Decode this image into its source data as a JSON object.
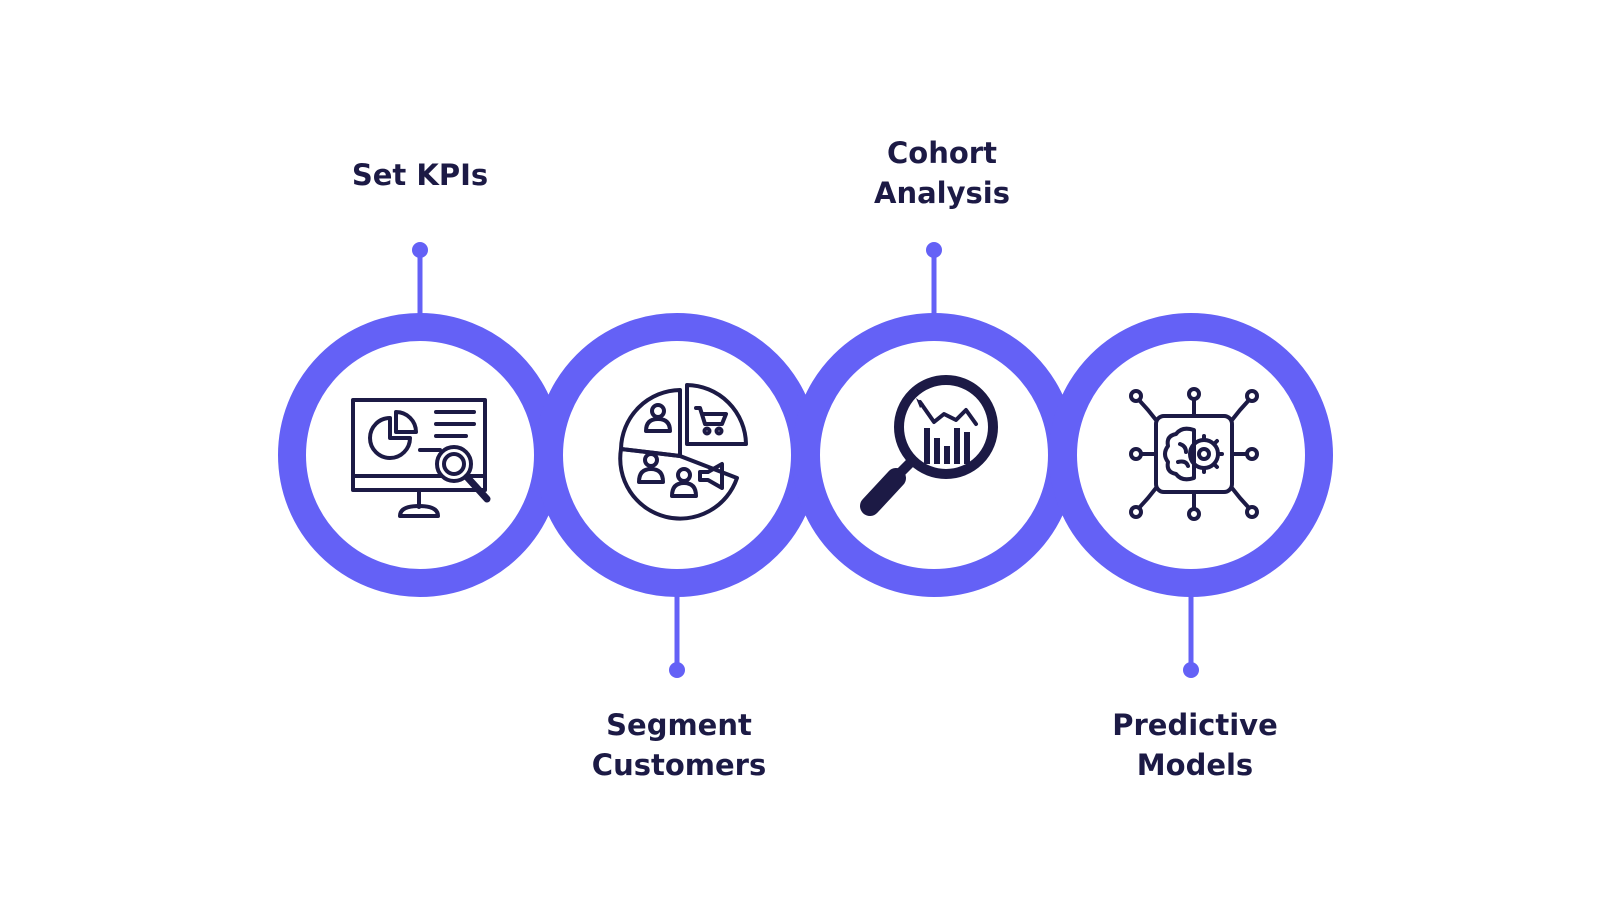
{
  "colors": {
    "accent": "#6461f6",
    "ink": "#1c1a45",
    "fill": "#ffffff"
  },
  "steps": [
    {
      "label": "Set KPIs",
      "icon": "monitor-dashboard-magnifier-icon",
      "label_position": "top"
    },
    {
      "label": "Segment\nCustomers",
      "icon": "customer-segments-pie-icon",
      "label_position": "bottom"
    },
    {
      "label": "Cohort\nAnalysis",
      "icon": "magnifier-chart-icon",
      "label_position": "top"
    },
    {
      "label": "Predictive\nModels",
      "icon": "ai-brain-circuit-icon",
      "label_position": "bottom"
    }
  ]
}
